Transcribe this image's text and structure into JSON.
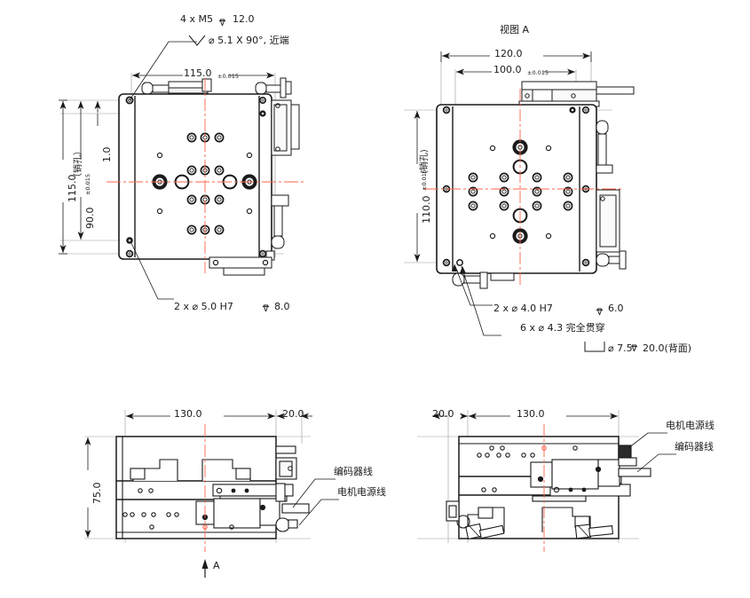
{
  "drawing": {
    "type": "mechanical-engineering-drawing",
    "description": "Motorized linear translation stage – 4 orthographic views",
    "colors": {
      "outline": "#1a1a1a",
      "centerline": "#ff6347",
      "thin_line": "#808080",
      "fill": "#ffffff"
    }
  },
  "views": {
    "top_left": {
      "name": "top-view-left",
      "callouts": [
        {
          "id": "c1",
          "line1": "4 x  M5",
          "symbol": "depth",
          "line1_val": "12.0"
        },
        {
          "id": "c2",
          "line2_pre": "",
          "symbol2": "countersink",
          "line2": "⌀ 5.1 X 90°, 近端"
        },
        {
          "id": "c3",
          "text": "2 x  ⌀ 5.0 H7",
          "symbol": "depth",
          "value": "8.0"
        }
      ],
      "dimensions": {
        "horizontal_top": {
          "value": "115.0",
          "tolerance": "±0.015"
        },
        "vertical_outer": {
          "value": "115.0",
          "note": ""
        },
        "vertical_mid": {
          "value": "90.0",
          "tolerance": "±0.015",
          "note": "（销孔）"
        },
        "vertical_small": {
          "value": "1.0"
        }
      }
    },
    "top_right": {
      "name": "top-view-right",
      "title": "视图  A",
      "dimensions": {
        "horizontal_outer": {
          "value": "120.0"
        },
        "horizontal_inner": {
          "value": "100.0",
          "tolerance": "±0.015"
        },
        "vertical": {
          "value": "110.0",
          "tolerance": "±0.015",
          "note": "(销孔)"
        }
      },
      "callouts": [
        {
          "id": "r1",
          "text": "2 x  ⌀ 4.0 H7",
          "symbol": "depth",
          "value": "6.0"
        },
        {
          "id": "r2",
          "text": "6 x  ⌀ 4.3 完全贯穿"
        },
        {
          "id": "r3",
          "symbol": "counterbore",
          "text": "⌀ 7.5",
          "symbol2": "depth",
          "value": "20.0(背面)"
        }
      ]
    },
    "bottom_left": {
      "name": "front-elevation-left",
      "dimensions": {
        "width": {
          "value": "130.0"
        },
        "extension": {
          "value": "20.0"
        },
        "height": {
          "value": "75.0"
        }
      },
      "section_marker": {
        "label": "A"
      },
      "callouts": [
        {
          "id": "bl1",
          "text": "编码器线"
        },
        {
          "id": "bl2",
          "text": "电机电源线"
        }
      ]
    },
    "bottom_right": {
      "name": "front-elevation-right",
      "dimensions": {
        "extension": {
          "value": "20.0"
        },
        "width": {
          "value": "130.0"
        }
      },
      "callouts": [
        {
          "id": "br1",
          "text": "电机电源线"
        },
        {
          "id": "br2",
          "text": "编码器线"
        }
      ]
    }
  }
}
